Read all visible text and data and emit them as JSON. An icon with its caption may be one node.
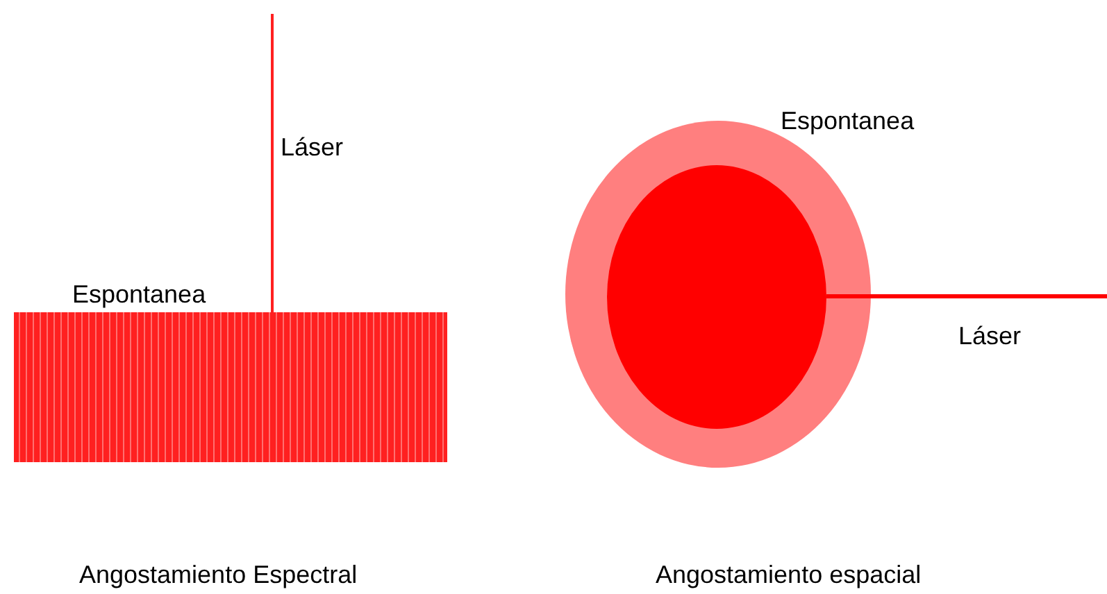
{
  "diagram": {
    "labels": [
      "Espontanea",
      "Láser",
      "Espontanea",
      "Láser",
      "Angostamiento Espectral",
      "Angostamiento espacial"
    ]
  }
}
